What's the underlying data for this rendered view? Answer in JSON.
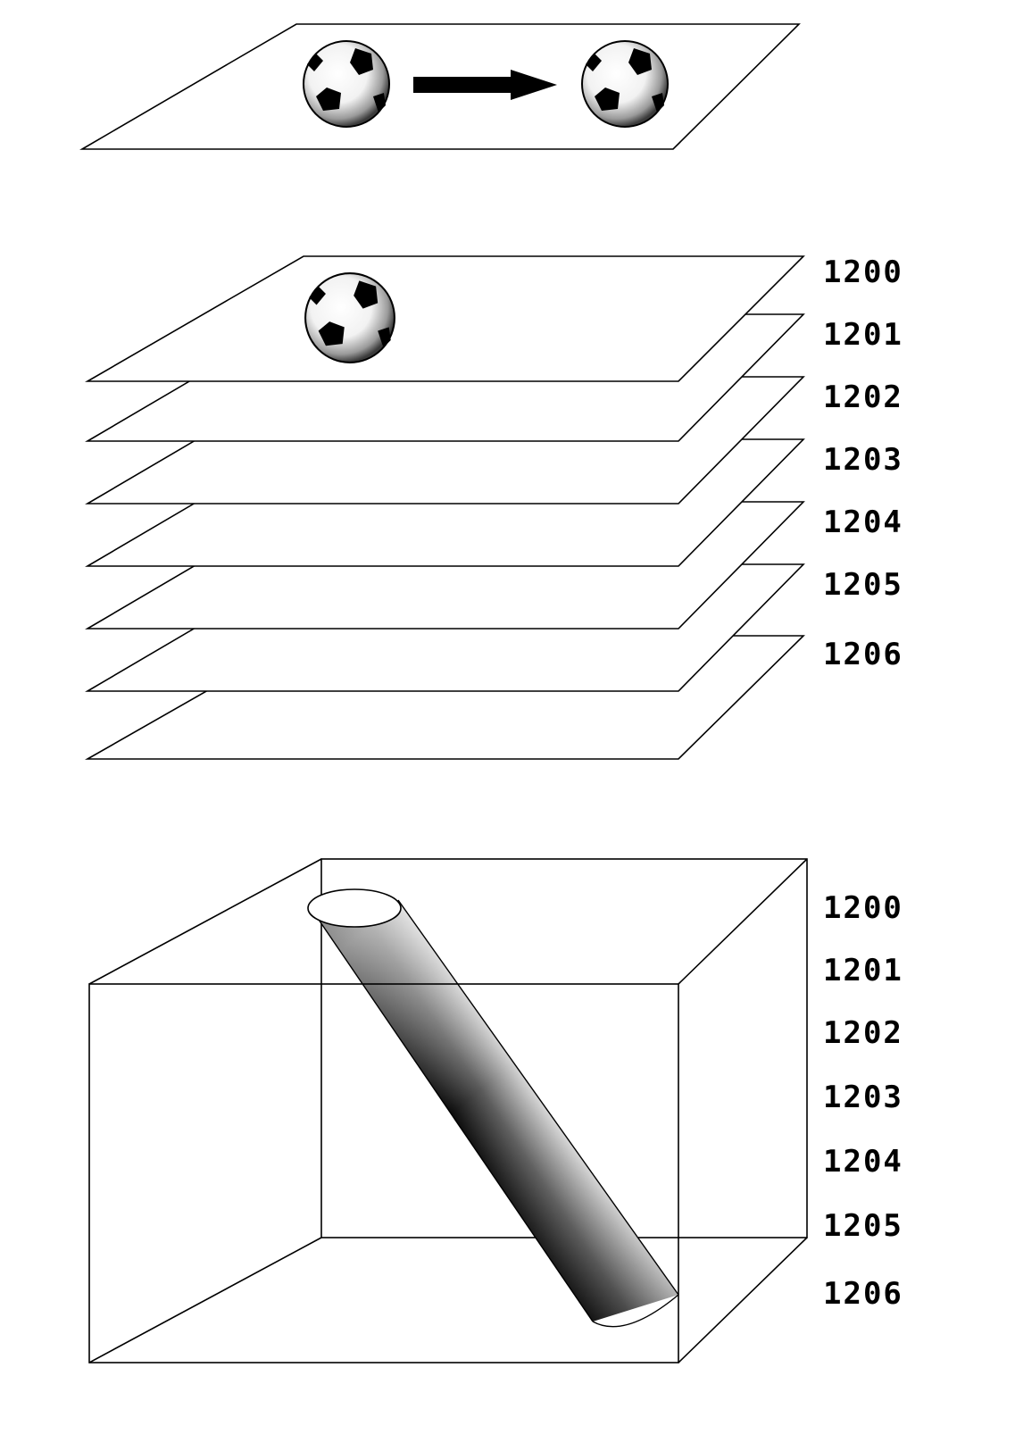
{
  "top_panel": {
    "arrow_icon": "right-arrow-icon",
    "ball_icon": "soccer-ball-icon"
  },
  "middle_panel": {
    "frame_labels": [
      "1200",
      "1201",
      "1202",
      "1203",
      "1204",
      "1205",
      "1206"
    ],
    "ball_icon": "soccer-ball-icon"
  },
  "bottom_panel": {
    "frame_labels": [
      "1200",
      "1201",
      "1202",
      "1203",
      "1204",
      "1205",
      "1206"
    ],
    "cylinder_icon": "trajectory-tube-icon"
  }
}
